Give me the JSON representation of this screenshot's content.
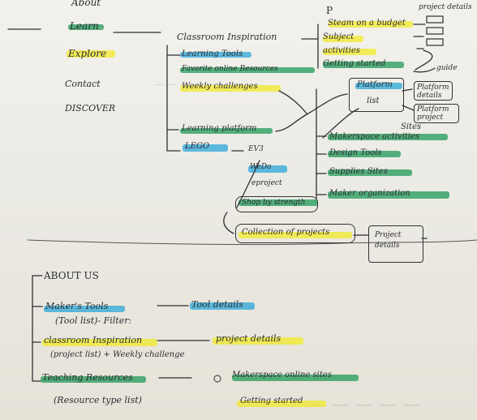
{
  "nav": {
    "about": "About",
    "learn": "Learn",
    "explore": "Explore",
    "contact": "Contact",
    "discover": "DISCOVER"
  },
  "learn_branch": {
    "classroom_inspiration": "Classroom Inspiration",
    "learning_tools": "Learning Tools",
    "favorite_online_resources": "Favorite online Resources",
    "weekly_challenges": "Weekly challenges",
    "learning_platform": "Learning platform",
    "lego": "LEGO",
    "ev3": "EV3",
    "wedo": "WeDo",
    "eproject": "eproject",
    "shop_by_strengths": "Shop by strength",
    "collection_of_projects": "Collection of projects",
    "project_details": "Project details"
  },
  "explore_branch": {
    "steam_on_a_budget": "Steam on a budget",
    "subject": "Subject",
    "activities": "activities",
    "getting_started": "Getting started",
    "guide": "guide",
    "project_details_top": "project details",
    "platform": "Platform",
    "list": "list",
    "platform_details": "Platform details",
    "platform_project": "Platform project",
    "sites": "Sites",
    "makerspace_activities": "Makerspace activities",
    "design_tools": "Design Tools",
    "supplies_sites": "Supplies Sites",
    "maker_organization": "Maker organization"
  },
  "about_us": {
    "title": "ABOUT US",
    "makers_tools": "Maker's Tools",
    "tool_list_filter": "(Tool list)- Filter:",
    "tool_details": "Tool details",
    "classroom_inspiration": "classroom Inspiration",
    "project_list_weekly": "(project list) + Weekly challenge",
    "project_details": "project details",
    "teaching_resources": "Teaching Resources",
    "makerspace_online_sites": "Makerspace online sites",
    "resource_type_list": "(Resource type list)",
    "getting_started": "Getting started"
  },
  "letters": {
    "p": "P"
  }
}
